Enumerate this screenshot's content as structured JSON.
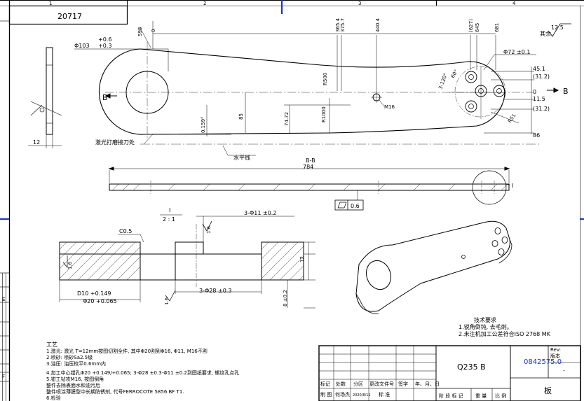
{
  "drawing_number": "20717",
  "zone_numbers": [
    "1",
    "2",
    "3",
    "4"
  ],
  "roughness_other": {
    "value": "12.5",
    "label": "其余"
  },
  "main_view": {
    "section_marker": "B",
    "dims": {
      "bore_tol_upper": "+0.6",
      "bore_tol_lower": "+0.3",
      "bore_dia": "Φ103",
      "d_598": "598",
      "d_0": "0",
      "d_365": "365.4",
      "d_375": "375.7",
      "d_440": "440.4",
      "d_627": "(627)",
      "d_645": "645",
      "d_681": "681",
      "d_r500": "R500",
      "d_r1000": "R1000",
      "d_m16": "M16",
      "d_85": "85",
      "d_7472": "74.72",
      "d_159": "0.159°",
      "d_72": "Φ72 ±0.1",
      "d_120": "3-120°",
      "d_60": "60°",
      "d_451": "45.1",
      "d_312a": "(31.2)",
      "d_0r": "0",
      "d_115": "11.5",
      "d_312b": "(31.2)",
      "d_86": "86",
      "d_r51": "R51"
    },
    "note_laser": "激光打磨接刀处",
    "note_horizontal": "水平线"
  },
  "side_view": {
    "thickness": "12"
  },
  "section_bb": {
    "title": "B-B",
    "length": "784",
    "detail_marker": "I",
    "flatness_value": "0.6"
  },
  "detail_view": {
    "title": "I",
    "scale": "2 : 1",
    "holes_11": "3-Φ11 ±0.2",
    "chamfer": "C0.5",
    "roughness_16": "1.6",
    "d10": "D10 +0.149",
    "d20": "Φ20      +0.065",
    "holes_28": "3-Φ28 ±0.3",
    "depth_12": "12",
    "depth_8": "8 ±0.2"
  },
  "tech_requirements": {
    "title": "技术要求",
    "items": [
      "1.锐角倒钝, 去毛刺。",
      "2.未注机加工公差符合ISO 2768 MK"
    ]
  },
  "process": {
    "title": "工艺",
    "steps": [
      "1.激光: 激光 T=12mm按图切割全件, 其中Φ20割到Φ16, Φ11, M16不割",
      "2.喷砂: 喷砂Sa2.5级",
      "3.油压: 油压校平0.6mm内",
      "4.加工中心镗孔Φ20 +0.149/+0.065; 3-Φ28 ±0.3-Φ11 ±0.2到图纸要求, 螺纹孔点孔",
      "5.钳工钻攻M16, 按图倒角",
      "  整件去除表面水和油污后",
      "  整件喷涂薄膜型中长期防锈剂, 代号FERROCOTE 5856 BF T1.",
      "6.检验"
    ]
  },
  "title_block": {
    "material": "Q235 B",
    "drawing_code": "0842575.0",
    "part_name": "板",
    "rev_label": "Rev:",
    "version_label": "版本",
    "rev_value": "-",
    "headers": [
      "标记",
      "处数",
      "分区",
      "更改文件号",
      "签字",
      "年、月、日"
    ],
    "row2": [
      "制 图",
      "何场杰",
      "2020/8/11",
      "标 准"
    ],
    "stage_labels": [
      "阶 段 标 记",
      "重 量",
      "比 例"
    ]
  },
  "side_marks": [
    "E",
    "F"
  ]
}
